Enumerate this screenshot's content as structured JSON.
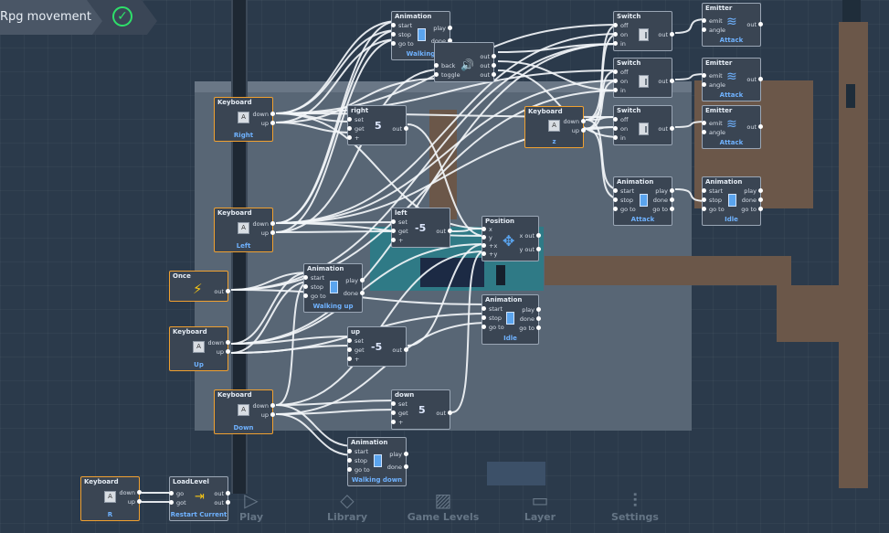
{
  "scene": {
    "title": "Rpg movement"
  },
  "bottom_tabs": [
    {
      "label": "Play",
      "icon": "play-icon"
    },
    {
      "label": "Library",
      "icon": "cube-icon"
    },
    {
      "label": "Game Levels",
      "icon": "image-icon"
    },
    {
      "label": "Layer",
      "icon": "layers-icon"
    },
    {
      "label": "Settings",
      "icon": "sliders-icon"
    }
  ],
  "nodes": {
    "kb_right": {
      "title": "Keyboard",
      "sub": "Right",
      "pins": {
        "down": "down",
        "up": "up"
      }
    },
    "kb_left": {
      "title": "Keyboard",
      "sub": "Left",
      "pins": {
        "down": "down",
        "up": "up"
      }
    },
    "once": {
      "title": "Once",
      "pins": {
        "out": "out"
      }
    },
    "kb_up": {
      "title": "Keyboard",
      "sub": "Up",
      "pins": {
        "down": "down",
        "up": "up"
      }
    },
    "kb_down": {
      "title": "Keyboard",
      "sub": "Down",
      "pins": {
        "down": "down",
        "up": "up"
      }
    },
    "kb_r": {
      "title": "Keyboard",
      "sub": "R",
      "pins": {
        "down": "down",
        "up": "up"
      }
    },
    "loadlevel": {
      "title": "LoadLevel",
      "sub": "Restart Current",
      "pins": {
        "go": "go",
        "got": "got",
        "out": "out",
        "out2": "out"
      }
    },
    "anim_walking": {
      "title": "Animation",
      "sub": "Walking",
      "pins": {
        "start": "start",
        "stop": "stop",
        "goto": "go to",
        "play": "play",
        "done": "done"
      }
    },
    "sound": {
      "pins": {
        "back": "back",
        "toggle": "toggle",
        "out1": "out",
        "out2": "out",
        "out3": "out"
      }
    },
    "var_right": {
      "title": "right",
      "value": "5",
      "pins": {
        "set": "set",
        "get": "get",
        "plus": "+",
        "out": "out"
      }
    },
    "var_left": {
      "title": "left",
      "value": "-5",
      "pins": {
        "set": "set",
        "get": "get",
        "plus": "+",
        "out": "out"
      }
    },
    "var_up": {
      "title": "up",
      "value": "-5",
      "pins": {
        "set": "set",
        "get": "get",
        "plus": "+",
        "out": "out"
      }
    },
    "var_down": {
      "title": "down",
      "value": "5",
      "pins": {
        "set": "set",
        "get": "get",
        "plus": "+",
        "out": "out"
      }
    },
    "anim_walkingup": {
      "title": "Animation",
      "sub": "Walking up",
      "pins": {
        "start": "start",
        "stop": "stop",
        "goto": "go to",
        "play": "play",
        "done": "done"
      }
    },
    "anim_walkingdown": {
      "title": "Animation",
      "sub": "Walking down",
      "pins": {
        "start": "start",
        "stop": "stop",
        "goto": "go to",
        "play": "play",
        "done": "done"
      }
    },
    "position": {
      "title": "Position",
      "pins": {
        "x": "x",
        "y": "y",
        "px": "+x",
        "py": "+y",
        "xout": "x out",
        "yout": "y out"
      }
    },
    "anim_idle_mid": {
      "title": "Animation",
      "sub": "Idle",
      "pins": {
        "start": "start",
        "stop": "stop",
        "goto": "go to",
        "play": "play",
        "done": "done"
      }
    },
    "kb_z": {
      "title": "Keyboard",
      "sub": "z",
      "pins": {
        "down": "down",
        "up": "up"
      }
    },
    "switch1": {
      "title": "Switch",
      "pins": {
        "off": "off",
        "on": "on",
        "in": "in",
        "out": "out"
      }
    },
    "switch2": {
      "title": "Switch",
      "pins": {
        "off": "off",
        "on": "on",
        "in": "in",
        "out": "out"
      }
    },
    "switch3": {
      "title": "Switch",
      "pins": {
        "off": "off",
        "on": "on",
        "in": "in",
        "out": "out"
      }
    },
    "emit1": {
      "title": "Emitter",
      "sub": "Attack",
      "pins": {
        "emit": "emit",
        "angle": "angle",
        "out": "out"
      }
    },
    "emit2": {
      "title": "Emitter",
      "sub": "Attack",
      "pins": {
        "emit": "emit",
        "angle": "angle",
        "out": "out"
      }
    },
    "emit3": {
      "title": "Emitter",
      "sub": "Attack",
      "pins": {
        "emit": "emit",
        "angle": "angle",
        "out": "out"
      }
    },
    "anim_attack": {
      "title": "Animation",
      "sub": "Attack",
      "pins": {
        "start": "start",
        "stop": "stop",
        "goto": "go to",
        "play": "play",
        "done": "done"
      }
    },
    "anim_idle_right": {
      "title": "Animation",
      "sub": "Idle",
      "pins": {
        "start": "start",
        "stop": "stop",
        "goto": "go to",
        "play": "play",
        "done": "done"
      }
    }
  },
  "colors": {
    "bg": "#2b3a4b",
    "node": "#3a4553",
    "selected": "#f0a030",
    "accent": "#6fb2ff",
    "check": "#2ee06a"
  }
}
